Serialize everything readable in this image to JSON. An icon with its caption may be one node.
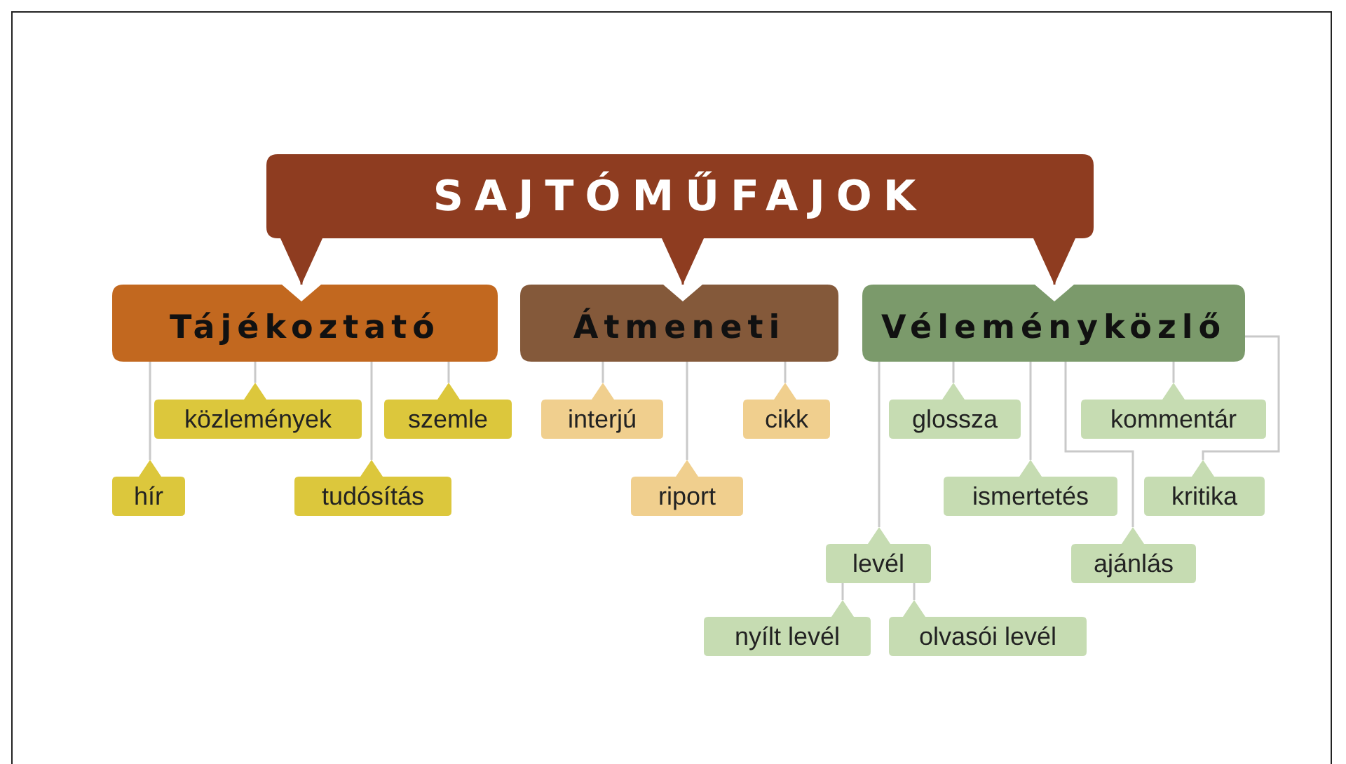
{
  "diagram": {
    "nodes": [
      {
        "text": [
          "SAJTÓMŰFAJOK"
        ]
      },
      {
        "text": [
          "Tájékoztató"
        ]
      },
      {
        "text": [
          "Átmeneti"
        ]
      },
      {
        "text": [
          "Véleményközlő"
        ]
      },
      {
        "text": [
          "közlemények"
        ]
      },
      {
        "text": [
          "szemle"
        ]
      },
      {
        "text": [
          "hír"
        ]
      },
      {
        "text": [
          "tudósítás"
        ]
      },
      {
        "text": [
          "interjú"
        ]
      },
      {
        "text": [
          "cikk"
        ]
      },
      {
        "text": [
          "riport"
        ]
      },
      {
        "text": [
          "glossza"
        ]
      },
      {
        "text": [
          "kommentár"
        ]
      },
      {
        "text": [
          "ismertetés"
        ]
      },
      {
        "text": [
          "kritika"
        ]
      },
      {
        "text": [
          "levél"
        ]
      },
      {
        "text": [
          "ajánlás"
        ]
      },
      {
        "text": [
          "nyílt levél"
        ]
      },
      {
        "text": [
          "olvasói levél"
        ]
      }
    ],
    "edges": [
      {
        "from": 0,
        "to": 1,
        "arrow": "to",
        "color": "#8e3c20"
      },
      {
        "from": 0,
        "to": 2,
        "arrow": "to",
        "color": "#8e3c20"
      },
      {
        "from": 0,
        "to": 3,
        "arrow": "to",
        "color": "#8e3c20"
      },
      {
        "from": 1,
        "to": 4,
        "arrow": "none"
      },
      {
        "from": 1,
        "to": 5,
        "arrow": "none"
      },
      {
        "from": 1,
        "to": 6,
        "arrow": "none"
      },
      {
        "from": 1,
        "to": 7,
        "arrow": "none"
      },
      {
        "from": 2,
        "to": 8,
        "arrow": "none"
      },
      {
        "from": 2,
        "to": 9,
        "arrow": "none"
      },
      {
        "from": 2,
        "to": 10,
        "arrow": "none"
      },
      {
        "from": 3,
        "to": 11,
        "arrow": "none"
      },
      {
        "from": 3,
        "to": 12,
        "arrow": "none"
      },
      {
        "from": 3,
        "to": 13,
        "arrow": "none"
      },
      {
        "from": 3,
        "to": 14,
        "arrow": "none"
      },
      {
        "from": 3,
        "to": 15,
        "arrow": "none"
      },
      {
        "from": 3,
        "to": 16,
        "arrow": "none"
      },
      {
        "from": 15,
        "to": 17,
        "arrow": "none"
      },
      {
        "from": 15,
        "to": 18,
        "arrow": "none"
      }
    ]
  }
}
